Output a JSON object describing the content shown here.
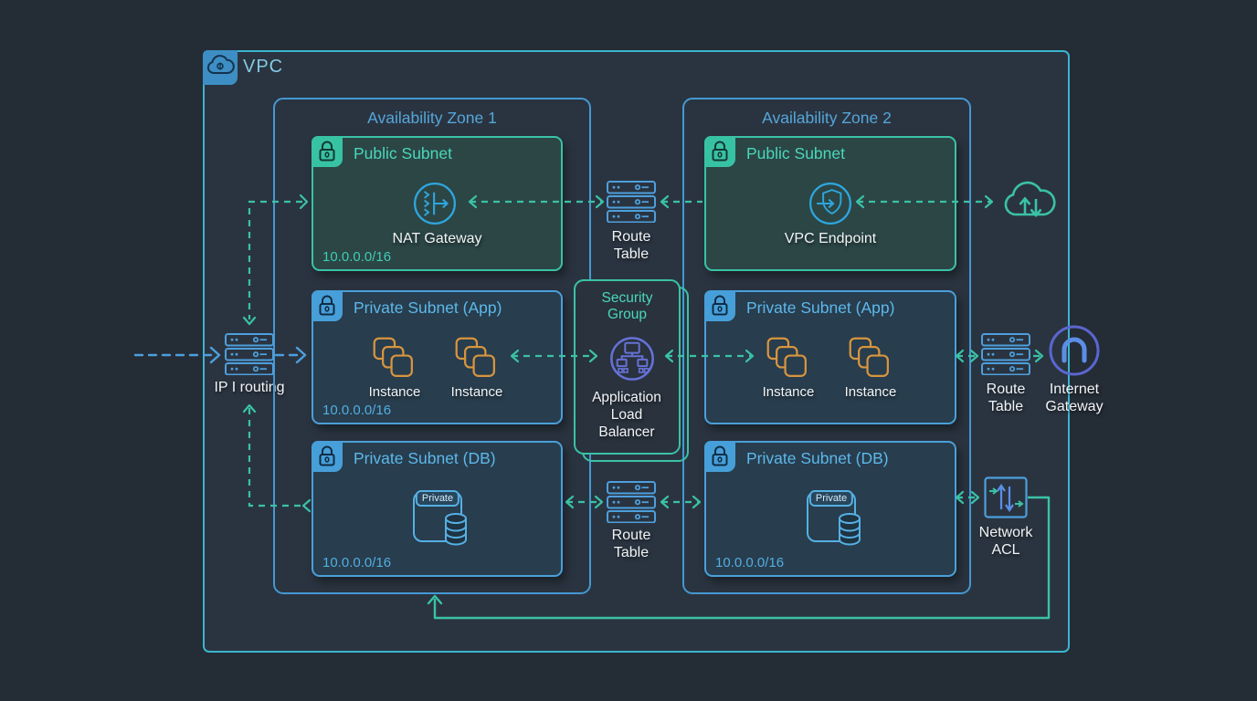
{
  "vpc": {
    "label": "VPC"
  },
  "zones": [
    {
      "title": "Availability Zone 1"
    },
    {
      "title": "Availability Zone 2"
    }
  ],
  "subnets": {
    "az1_public": {
      "title": "Public Subnet",
      "cidr": "10.0.0.0/16",
      "node_label": "NAT Gateway"
    },
    "az1_app": {
      "title": "Private Subnet (App)",
      "cidr": "10.0.0.0/16",
      "instance1": "Instance",
      "instance2": "Instance"
    },
    "az1_db": {
      "title": "Private Subnet (DB)",
      "cidr": "10.0.0.0/16",
      "badge": "Private"
    },
    "az2_public": {
      "title": "Public Subnet",
      "node_label": "VPC Endpoint"
    },
    "az2_app": {
      "title": "Private Subnet (App)",
      "instance1": "Instance",
      "instance2": "Instance"
    },
    "az2_db": {
      "title": "Private Subnet (DB)",
      "cidr": "10.0.0.0/16",
      "badge": "Private"
    }
  },
  "security_group": {
    "title": "Security Group",
    "node_label": "Application Load Balancer"
  },
  "nodes": {
    "route_table_top": "Route Table",
    "route_table_bottom": "Route Table",
    "route_table_right": "Route Table",
    "internet_gateway": "Internet Gateway",
    "network_acl": "Network ACL",
    "ip_routing": "IP I routing"
  },
  "colors": {
    "background": "#242c36",
    "vpc_border": "#3bb5ce",
    "az_border": "#4598d2",
    "public_subnet_border": "#3ac2a6",
    "private_subnet_border": "#4aa0da",
    "teal_flow": "#3ac2a6",
    "blue_flow": "#4d9fdd",
    "instance_orange": "#d8953f",
    "alb_purple": "#6671d6",
    "gateway_blue": "#2ea6de",
    "label_white": "#f1f4f6"
  }
}
